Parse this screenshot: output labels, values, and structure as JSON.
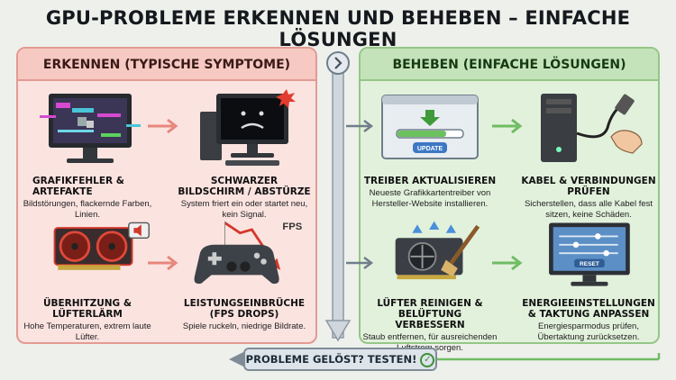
{
  "title": "GPU-PROBLEME ERKENNEN UND BEHEBEN – EINFACHE LÖSUNGEN",
  "left_panel": {
    "heading": "ERKENNEN (TYPISCHE SYMPTOME)",
    "items": [
      {
        "title": "GRAFIKFEHLER & ARTEFAKTE",
        "desc": "Bildstörungen, flackernde Farben, Linien."
      },
      {
        "title": "SCHWARZER BILDSCHIRM / ABSTÜRZE",
        "desc": "System friert ein oder startet neu, kein Signal."
      },
      {
        "title": "ÜBERHITZUNG & LÜFTERLÄRM",
        "desc": "Hohe Temperaturen, extrem laute Lüfter."
      },
      {
        "title": "LEISTUNGSEINBRÜCHE (FPS DROPS)",
        "desc": "Spiele ruckeln, niedrige Bildrate."
      }
    ],
    "fps_label": "FPS"
  },
  "right_panel": {
    "heading": "BEHEBEN (EINFACHE LÖSUNGEN)",
    "items": [
      {
        "title": "TREIBER AKTUALISIEREN",
        "desc": "Neueste Grafikkartentreiber von Hersteller-Website installieren."
      },
      {
        "title": "KABEL & VERBINDUNGEN PRÜFEN",
        "desc": "Sicherstellen, dass alle Kabel fest sitzen, keine Schäden."
      },
      {
        "title": "LÜFTER REINIGEN & BELÜFTUNG VERBESSERN",
        "desc": "Staub entfernen, für ausreichenden Luftstrom sorgen."
      },
      {
        "title": "ENERGIEEINSTELLUNGEN & TAKTUNG ANPASSEN",
        "desc": "Energiesparmodus prüfen, Übertaktung zurücksetzen."
      }
    ],
    "update_label": "UPDATE",
    "reset_label": "RESET"
  },
  "footer": {
    "label": "PROBLEME GELÖST? TESTEN!"
  },
  "colors": {
    "left_bg": "#fbe3e0",
    "right_bg": "#e2f1dc",
    "left_accent": "#e39a92",
    "right_accent": "#94c787"
  }
}
